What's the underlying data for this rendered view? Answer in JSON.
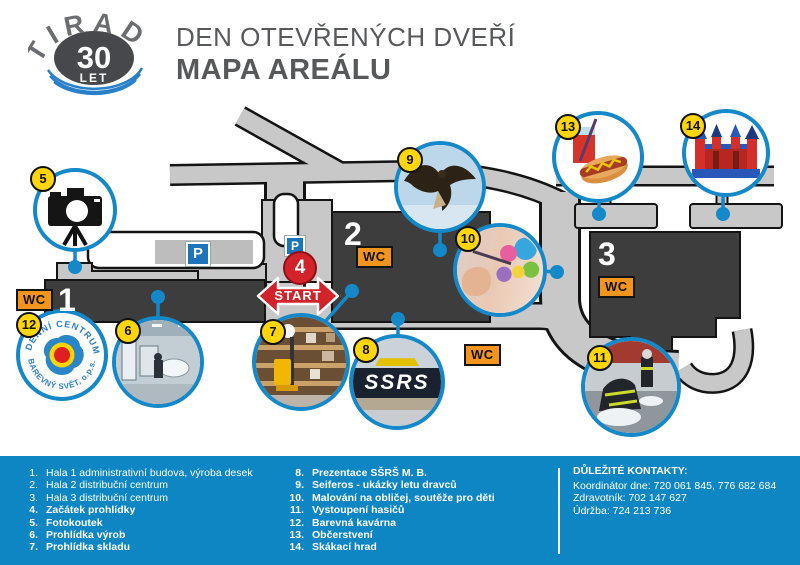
{
  "header": {
    "logo_brand": "TIRAD",
    "logo_years": "30",
    "logo_years_label": "LET",
    "title_line1": "DEN OTEVŘENÝCH DVEŘÍ",
    "title_line2": "MAPA AREÁLU"
  },
  "map": {
    "labels": {
      "wc": "WC",
      "parking": "P",
      "start": "START",
      "start_number": "4"
    },
    "buildings": [
      {
        "id": "1"
      },
      {
        "id": "2"
      },
      {
        "id": "3"
      }
    ],
    "badges": [
      "5",
      "6",
      "7",
      "8",
      "9",
      "10",
      "11",
      "12",
      "13",
      "14"
    ],
    "logo12": {
      "top": "DENNÍ CENTRUM",
      "bottom": "BAREVNÝ SVĚT, o.p.s."
    },
    "logo8": "SSRS"
  },
  "legend": {
    "items": [
      {
        "num": "1.",
        "label": "Hala 1 administrativní budova, výroba desek",
        "bold": false
      },
      {
        "num": "2.",
        "label": "Hala 2 distribuční centrum",
        "bold": false
      },
      {
        "num": "3.",
        "label": "Hala 3 distribuční centrum",
        "bold": false
      },
      {
        "num": "4.",
        "label": "Začátek prohlídky",
        "bold": true
      },
      {
        "num": "5.",
        "label": "Fotokoutek",
        "bold": true
      },
      {
        "num": "6.",
        "label": "Prohlídka výrob",
        "bold": true
      },
      {
        "num": "7.",
        "label": "Prohlídka skladu",
        "bold": true
      },
      {
        "num": "8.",
        "label": "Prezentace SŠRŠ M. B.",
        "bold": true
      },
      {
        "num": "9.",
        "label": "Seiferos - ukázky letu dravců",
        "bold": true
      },
      {
        "num": "10.",
        "label": "Malování na obličej, soutěže pro děti",
        "bold": true
      },
      {
        "num": "11.",
        "label": "Vystoupení hasičů",
        "bold": true
      },
      {
        "num": "12.",
        "label": "Barevná kavárna",
        "bold": true
      },
      {
        "num": "13.",
        "label": "Občerstvení",
        "bold": true
      },
      {
        "num": "14.",
        "label": "Skákací hrad",
        "bold": true
      }
    ]
  },
  "contacts": {
    "title": "DŮLEŽITÉ KONTAKTY:",
    "lines": [
      "Koordinátor dne: 720 061 845, 776 682 684",
      "Zdravotník: 702 147 627",
      "Údržba: 724 213 736"
    ]
  }
}
